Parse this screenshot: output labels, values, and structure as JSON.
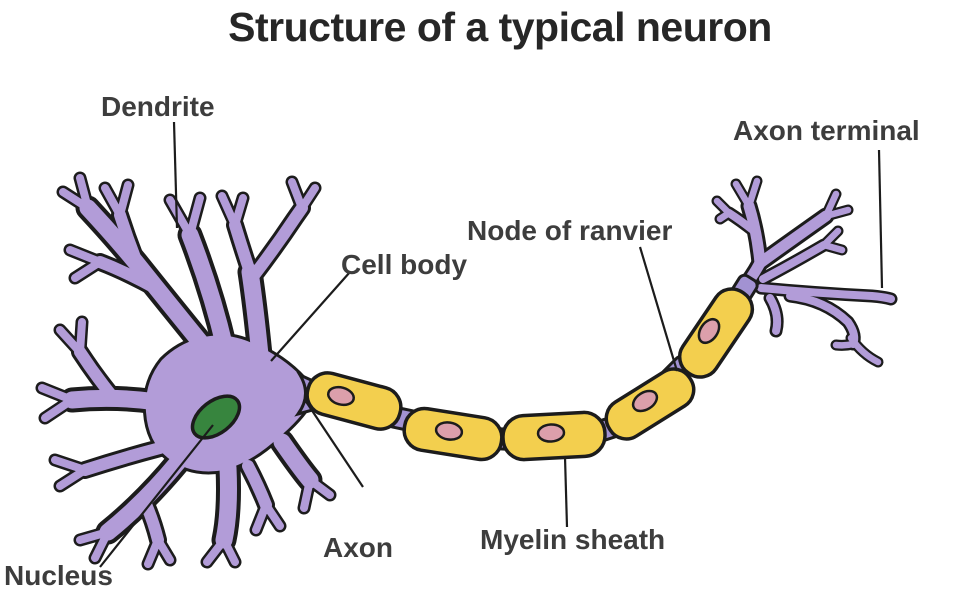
{
  "title": "Structure of a typical neuron",
  "diagram": {
    "type": "labeled-anatomy-diagram",
    "subject": "neuron",
    "labels": {
      "dendrite": "Dendrite",
      "cell_body": "Cell body",
      "node_of_ranvier": "Node of ranvier",
      "axon_terminal": "Axon terminal",
      "axon": "Axon",
      "myelin_sheath": "Myelin sheath",
      "nucleus": "Nucleus"
    },
    "myelin_segment_count": 5
  },
  "palette": {
    "membrane_purple": "#b29cd8",
    "node_purple": "#a292d2",
    "outline_black": "#1c1c1c",
    "myelin_yellow": "#f3cf4e",
    "schwann_pink": "#dc9fab",
    "nucleus_green": "#37853e",
    "label_text": "#3d3d3d",
    "title_text": "#262626",
    "background": "#ffffff"
  }
}
